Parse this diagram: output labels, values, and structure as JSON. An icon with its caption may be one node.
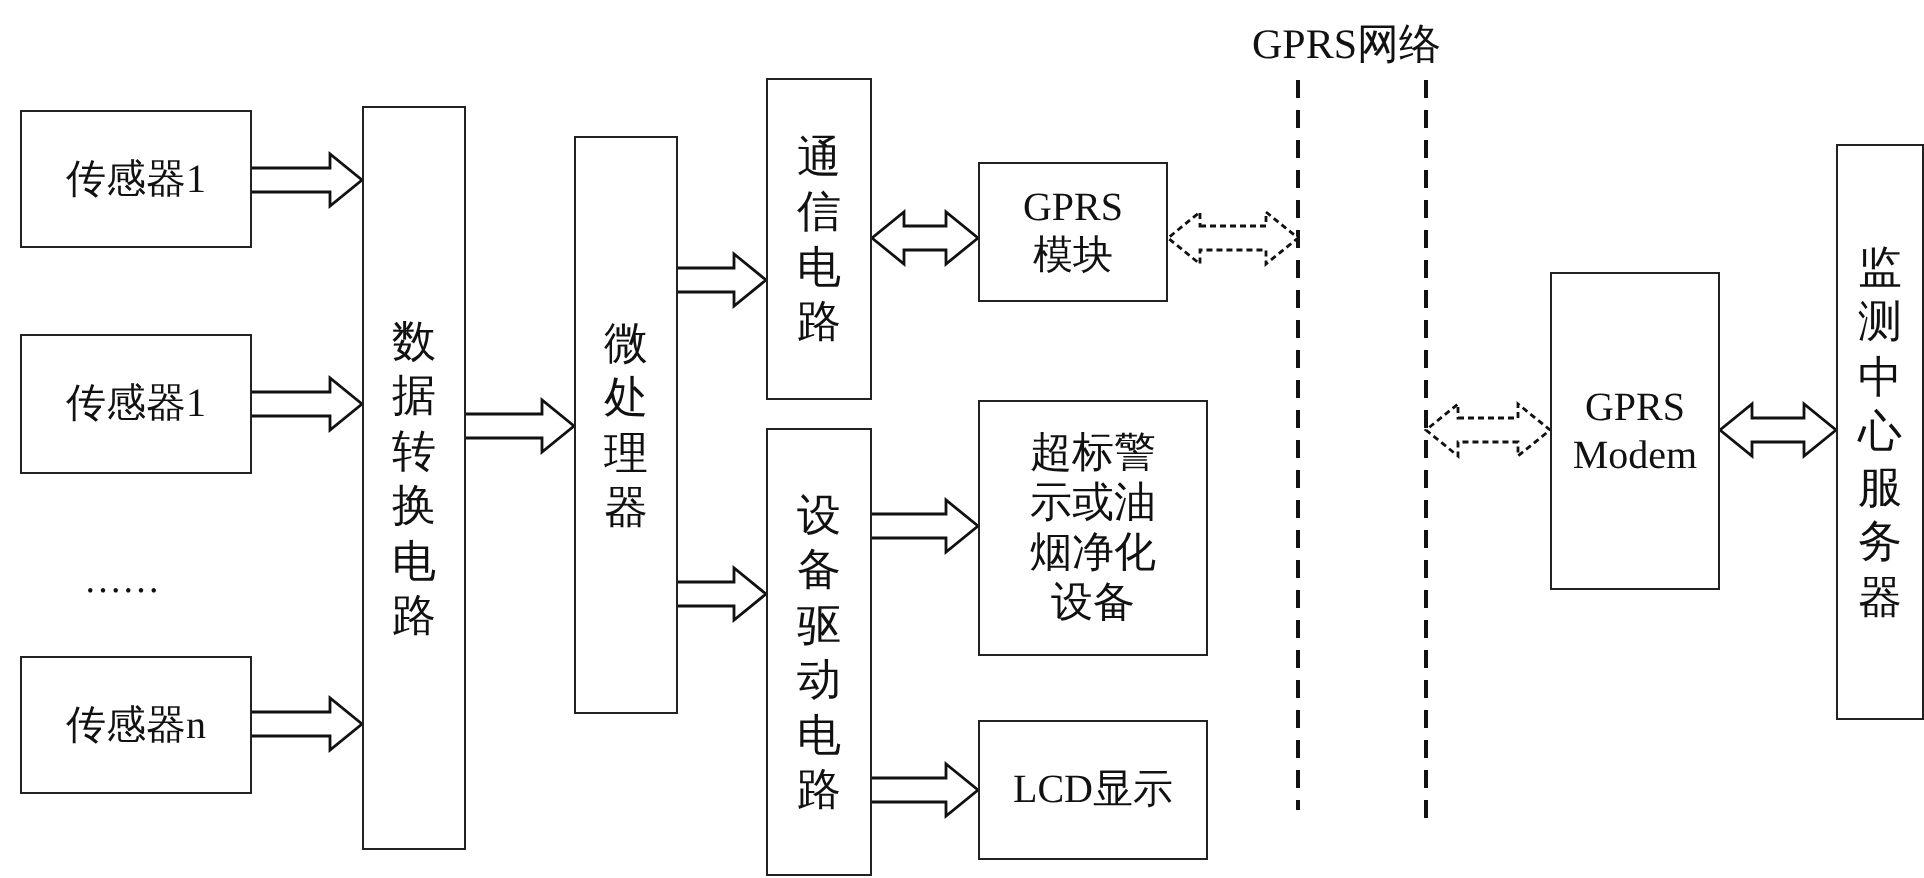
{
  "diagram": {
    "nodes": [
      {
        "text": [
          "传感器1"
        ]
      },
      {
        "text": [
          "传感器1"
        ]
      },
      {
        "text": [
          "传感器n"
        ]
      },
      {
        "text": [
          "数据转换电路"
        ]
      },
      {
        "text": [
          "微处理器"
        ]
      },
      {
        "text": [
          "通信电路"
        ]
      },
      {
        "text": [
          "设备驱动电路"
        ]
      },
      {
        "text": [
          "GPRS 模块"
        ]
      },
      {
        "text": [
          "超标警示或油烟净化设备"
        ]
      },
      {
        "text": [
          "LCD显示"
        ]
      },
      {
        "text": [
          "GPRS Modem"
        ]
      },
      {
        "text": [
          "监测中心服务器"
        ]
      }
    ],
    "edges": [
      {
        "from": 0,
        "to": 3,
        "arrow": "to"
      },
      {
        "from": 1,
        "to": 3,
        "arrow": "to"
      },
      {
        "from": 2,
        "to": 3,
        "arrow": "to"
      },
      {
        "from": 3,
        "to": 4,
        "arrow": "to"
      },
      {
        "from": 4,
        "to": 5,
        "arrow": "to"
      },
      {
        "from": 4,
        "to": 6,
        "arrow": "to"
      },
      {
        "from": 5,
        "to": 7,
        "arrow": "both"
      },
      {
        "from": 7,
        "to": null,
        "arrow": "both",
        "style": "dashed"
      },
      {
        "from": null,
        "to": 10,
        "arrow": "both",
        "style": "dashed"
      },
      {
        "from": 10,
        "to": 11,
        "arrow": "both"
      },
      {
        "from": 6,
        "to": 8,
        "arrow": "to"
      },
      {
        "from": 6,
        "to": 9,
        "arrow": "to"
      }
    ],
    "labels": [
      "GPRS网络",
      "……"
    ]
  }
}
